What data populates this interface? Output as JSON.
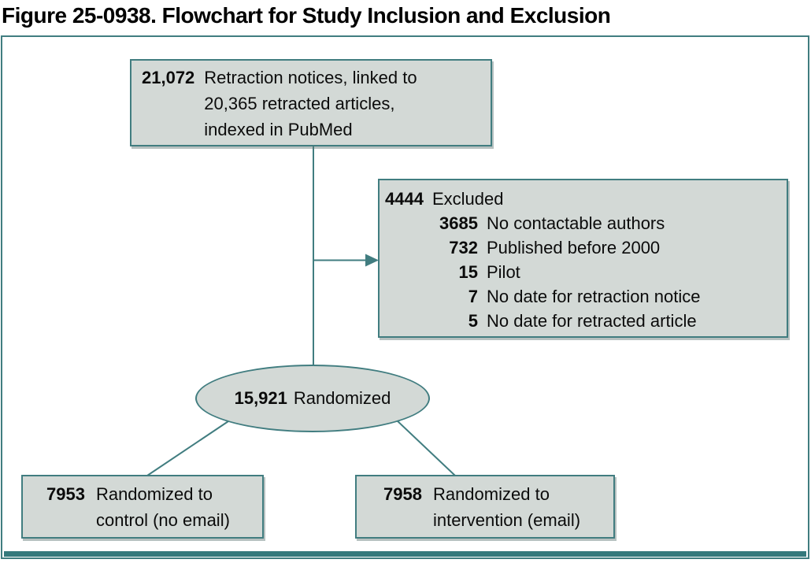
{
  "title": "Figure 25-0938. Flowchart for Study Inclusion and Exclusion",
  "colors": {
    "line": "#417D80",
    "box_fill": "#D3D9D6",
    "bottom_bar": "#35797C",
    "text": "#000000"
  },
  "flow": {
    "source_box": {
      "number": "21,072",
      "lines": {
        "0": "Retraction notices, linked to",
        "1": "20,365 retracted articles,",
        "2": "indexed in PubMed"
      }
    },
    "excluded_box": {
      "number": "4444",
      "label": "Excluded",
      "reasons": [
        {
          "number": "3685",
          "label": "No contactable authors"
        },
        {
          "number": "732",
          "label": "Published before 2000"
        },
        {
          "number": "15",
          "label": "Pilot"
        },
        {
          "number": "7",
          "label": "No date for retraction notice"
        },
        {
          "number": "5",
          "label": "No date for retracted article"
        }
      ]
    },
    "randomized_ellipse": {
      "number": "15,921",
      "label": "Randomized"
    },
    "control_box": {
      "number": "7953",
      "lines": {
        "0": "Randomized to",
        "1": "control (no email)"
      }
    },
    "intervention_box": {
      "number": "7958",
      "lines": {
        "0": "Randomized to",
        "1": "intervention (email)"
      }
    }
  }
}
